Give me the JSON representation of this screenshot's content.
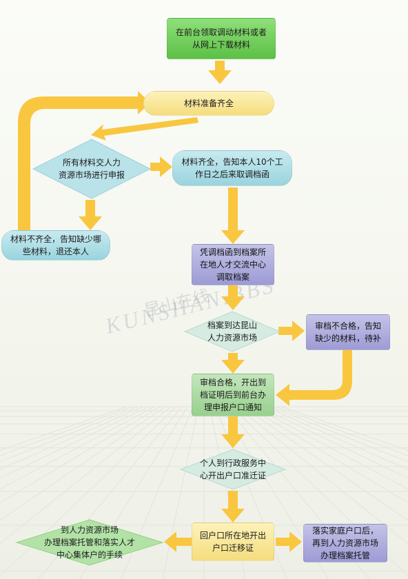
{
  "nodes": {
    "n1": "在前台领取调动材料或者\n从网上下载材料",
    "n2": "材料准备齐全",
    "n3": "所有材料交人力\n资源市场进行申报",
    "n4": "材料齐全，告知本人10个工\n作日之后来取调档函",
    "n5": "材料不齐全，告知缺少哪\n些材料，退还本人",
    "n6": "凭调档函到档案所\n在地人才交流中心\n调取档案",
    "n7": "档案到达昆山\n人力资源市场",
    "n8": "审档不合格，告知\n缺少的材料，待补",
    "n9": "审档合格，开出到\n档证明后到前台办\n理申报户口通知",
    "n10": "个人到行政服务中\n心开出户口准迁证",
    "n11": "回户口所在地开出\n户口迁移证",
    "n12": "落实家庭户口后，\n再到人力资源市场\n办理档案托管",
    "n13": "到人力资源市场\n办理档案托管和落实人才\n中心集体户的手续"
  },
  "watermark": {
    "cn": "昆山在线",
    "en": "KUNSHAN.BBS"
  },
  "colors": {
    "arrow": "#f9c640",
    "green": "#6fcf5a",
    "yellow": "#f8e69a",
    "teal": "#a8dbe3",
    "purple": "#a9a7da",
    "soft_green": "#a8d89d"
  }
}
